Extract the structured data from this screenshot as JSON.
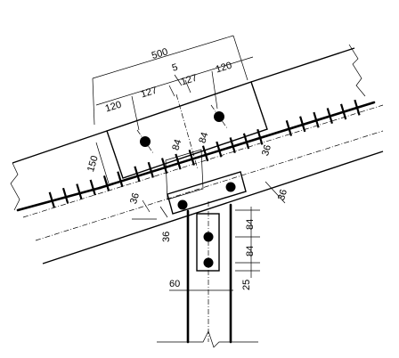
{
  "drawing": {
    "dimensions": {
      "overall_width": "500",
      "gap": "5",
      "left_edge": "120",
      "left_pitch": "127",
      "right_pitch": "127",
      "right_edge": "120",
      "plate_height": "150",
      "inner_pitch_left": "84",
      "inner_pitch_right": "84",
      "weld_top": "36",
      "weld_left": "36",
      "weld_right": "36",
      "weld_bottom": "36",
      "column_pitch_top": "84",
      "column_pitch_bottom": "84",
      "column_edge": "25",
      "column_offset": "60"
    }
  }
}
